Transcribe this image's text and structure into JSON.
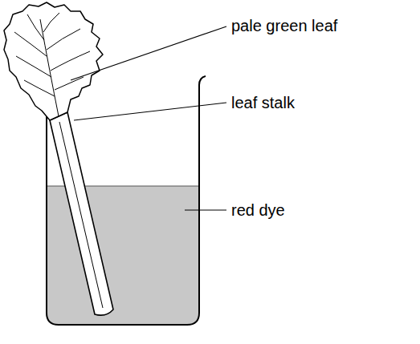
{
  "diagram": {
    "labels": [
      "pale green leaf",
      "leaf stalk",
      "red dye"
    ]
  }
}
